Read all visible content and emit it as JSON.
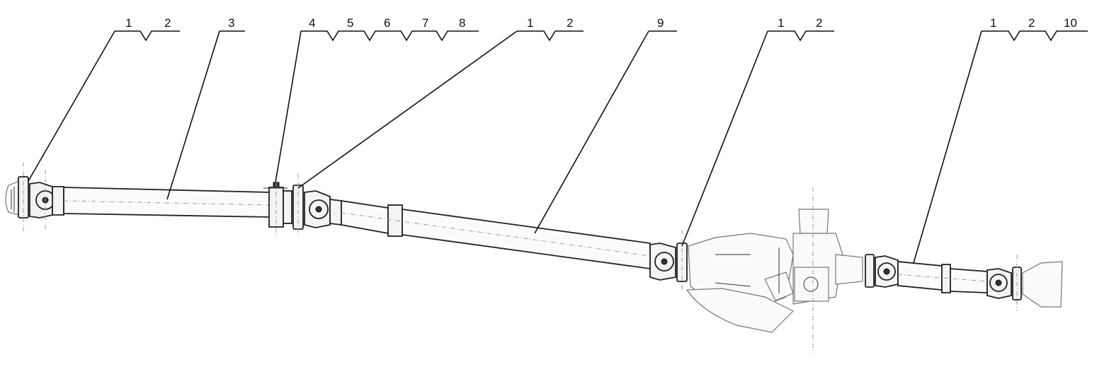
{
  "callouts": [
    {
      "id": "A",
      "numbers": [
        "1",
        "2"
      ]
    },
    {
      "id": "B",
      "numbers": [
        "3"
      ]
    },
    {
      "id": "C",
      "numbers": [
        "4",
        "5",
        "6",
        "7",
        "8"
      ]
    },
    {
      "id": "D",
      "numbers": [
        "1",
        "2"
      ]
    },
    {
      "id": "E",
      "numbers": [
        "9"
      ]
    },
    {
      "id": "F",
      "numbers": [
        "1",
        "2"
      ]
    },
    {
      "id": "G",
      "numbers": [
        "1",
        "2",
        "10"
      ]
    }
  ]
}
